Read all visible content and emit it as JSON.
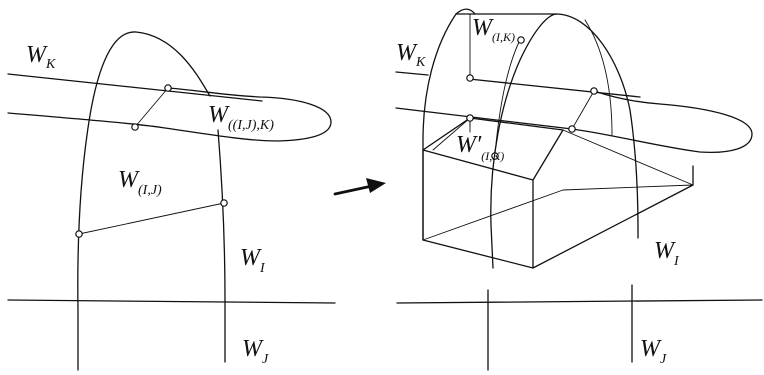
{
  "colors": {
    "ink": "#111111",
    "background": "#ffffff"
  },
  "left": {
    "labels": {
      "wk": {
        "main": "W",
        "sub": "K"
      },
      "wijk": {
        "main": "W",
        "sub": "((I,J),K)"
      },
      "wij": {
        "main": "W",
        "sub": "(I,J)"
      },
      "wi": {
        "main": "W",
        "sub": "I"
      },
      "wj": {
        "main": "W",
        "sub": "J"
      }
    }
  },
  "arrow": {
    "icon": "arrow-right-icon"
  },
  "right": {
    "labels": {
      "wk": {
        "main": "W",
        "sub": "K"
      },
      "wik": {
        "main": "W",
        "sub": "(I,K)"
      },
      "wpik": {
        "main": "W′",
        "sub": "(I,K)"
      },
      "wi": {
        "main": "W",
        "sub": "I"
      },
      "wj": {
        "main": "W",
        "sub": "J"
      }
    }
  }
}
